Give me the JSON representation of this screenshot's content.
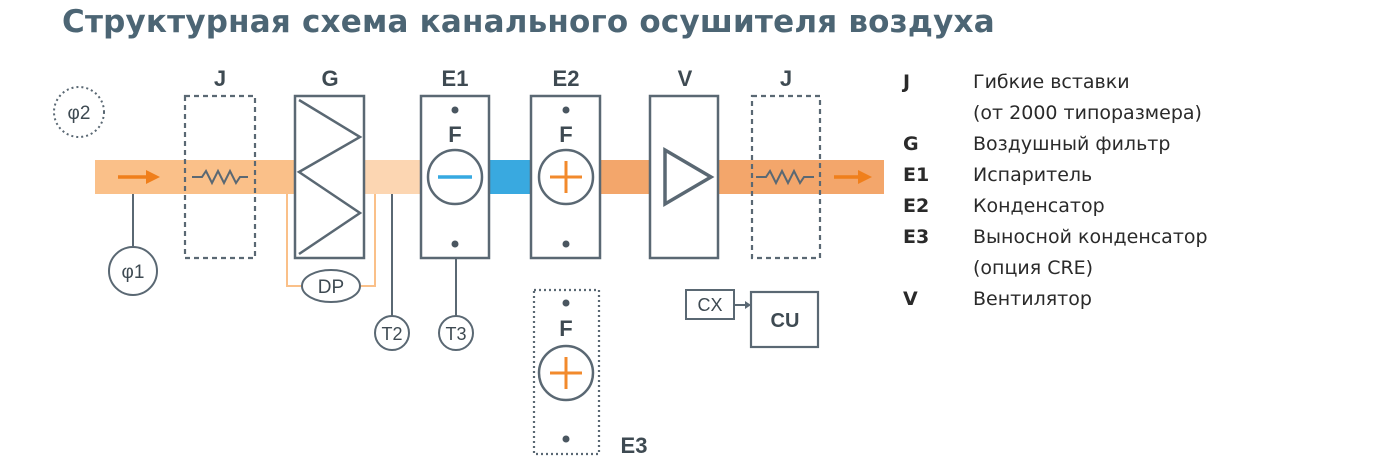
{
  "title": "Структурная схема канального осушителя воздуха",
  "diagram": {
    "labels": {
      "phi2": "φ2",
      "phi1": "φ1",
      "j_in": "J",
      "g": "G",
      "e1": "E1",
      "e2": "E2",
      "v": "V",
      "j_out": "J",
      "e1_f": "F",
      "e2_f": "F",
      "e3_f": "F",
      "e3": "E3",
      "dp": "DP",
      "t2": "T2",
      "t3": "T3",
      "cx": "CX",
      "cu": "CU"
    },
    "colors": {
      "duct_in": "#fac089",
      "duct_light": "#fcd6b2",
      "duct_cold": "#39a9e0",
      "duct_warm": "#f3a66b",
      "arrow": "#f07f1b",
      "accent_orange": "#f28a2c",
      "accent_blue": "#36a9e1",
      "stroke": "#5a6873"
    }
  },
  "legend": [
    {
      "code": "J",
      "desc": [
        "Гибкие вставки",
        "(от 2000 типоразмера)"
      ]
    },
    {
      "code": "G",
      "desc": [
        "Воздушный фильтр"
      ]
    },
    {
      "code": "E1",
      "desc": [
        "Испаритель"
      ]
    },
    {
      "code": "E2",
      "desc": [
        "Конденсатор"
      ]
    },
    {
      "code": "E3",
      "desc": [
        "Выносной конденсатор",
        "(опция CRE)"
      ]
    },
    {
      "code": "V",
      "desc": [
        "Вентилятор"
      ]
    }
  ]
}
